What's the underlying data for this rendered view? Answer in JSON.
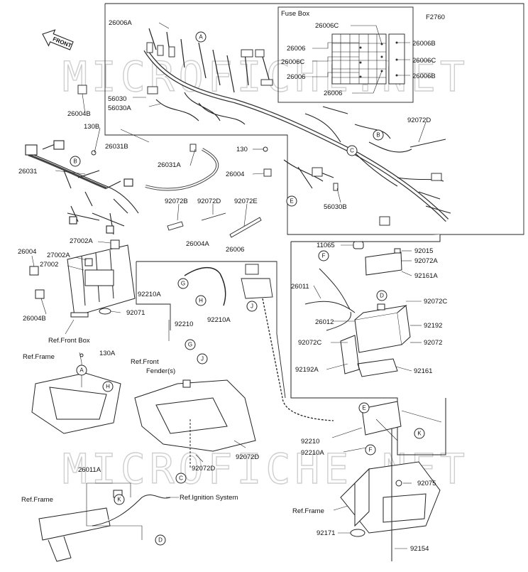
{
  "diagram": {
    "code": "F2760",
    "front_label": "FRONT",
    "watermark": "MICROFICHE.NET",
    "fuse_box": {
      "title": "Fuse Box",
      "parts": [
        "26006C",
        "26006",
        "26006C",
        "26006",
        "26006",
        "26006B",
        "26006C",
        "26006B"
      ]
    },
    "parts": {
      "p26006A_top": "26006A",
      "p26004B_top": "26004B",
      "p130B": "130B",
      "p56030": "56030",
      "p56030A": "56030A",
      "p26031B": "26031B",
      "p26031": "26031",
      "p26031A": "26031A",
      "p130_mid": "130",
      "p26004_mid": "26004",
      "p92072D_top": "92072D",
      "p56030B": "56030B",
      "p92072B": "92072B",
      "p92072D_mid": "92072D",
      "p92072E": "92072E",
      "p26004_left": "26004",
      "p27002A_1": "27002A",
      "p27002A_2": "27002A",
      "p27002": "27002",
      "p26004B_left": "26004B",
      "p92071": "92071",
      "p26004A": "26004A",
      "p26006_mid": "26006",
      "p92210A_1": "92210A",
      "p92210": "92210",
      "p92210A_2": "92210A",
      "p11065": "11065",
      "p92015": "92015",
      "p92072A": "92072A",
      "p92161A": "92161A",
      "p26011": "26011",
      "p92072C": "92072C",
      "p26012": "26012",
      "p92192": "92192",
      "p92072C_b": "92072C",
      "p92072": "92072",
      "p92192A": "92192A",
      "p92161": "92161",
      "p130A": "130A",
      "p92210_b": "92210",
      "p92210A_b": "92210A",
      "p92072D_low": "92072D",
      "p92072D_low2": "92072D",
      "p26011A": "26011A",
      "p92075": "92075",
      "p92171": "92171",
      "p92154": "92154"
    },
    "refs": {
      "front_box": "Ref.Front Box",
      "frame_1": "Ref.Frame",
      "front_fender": "Ref.Front\nFender(s)",
      "front_fender_l1": "Ref.Front",
      "front_fender_l2": "Fender(s)",
      "ignition": "Ref.Ignition System",
      "frame_2": "Ref.Frame",
      "frame_3": "Ref.Frame"
    },
    "callouts": [
      "A",
      "B",
      "C",
      "D",
      "E",
      "F",
      "G",
      "H",
      "J",
      "K"
    ]
  }
}
